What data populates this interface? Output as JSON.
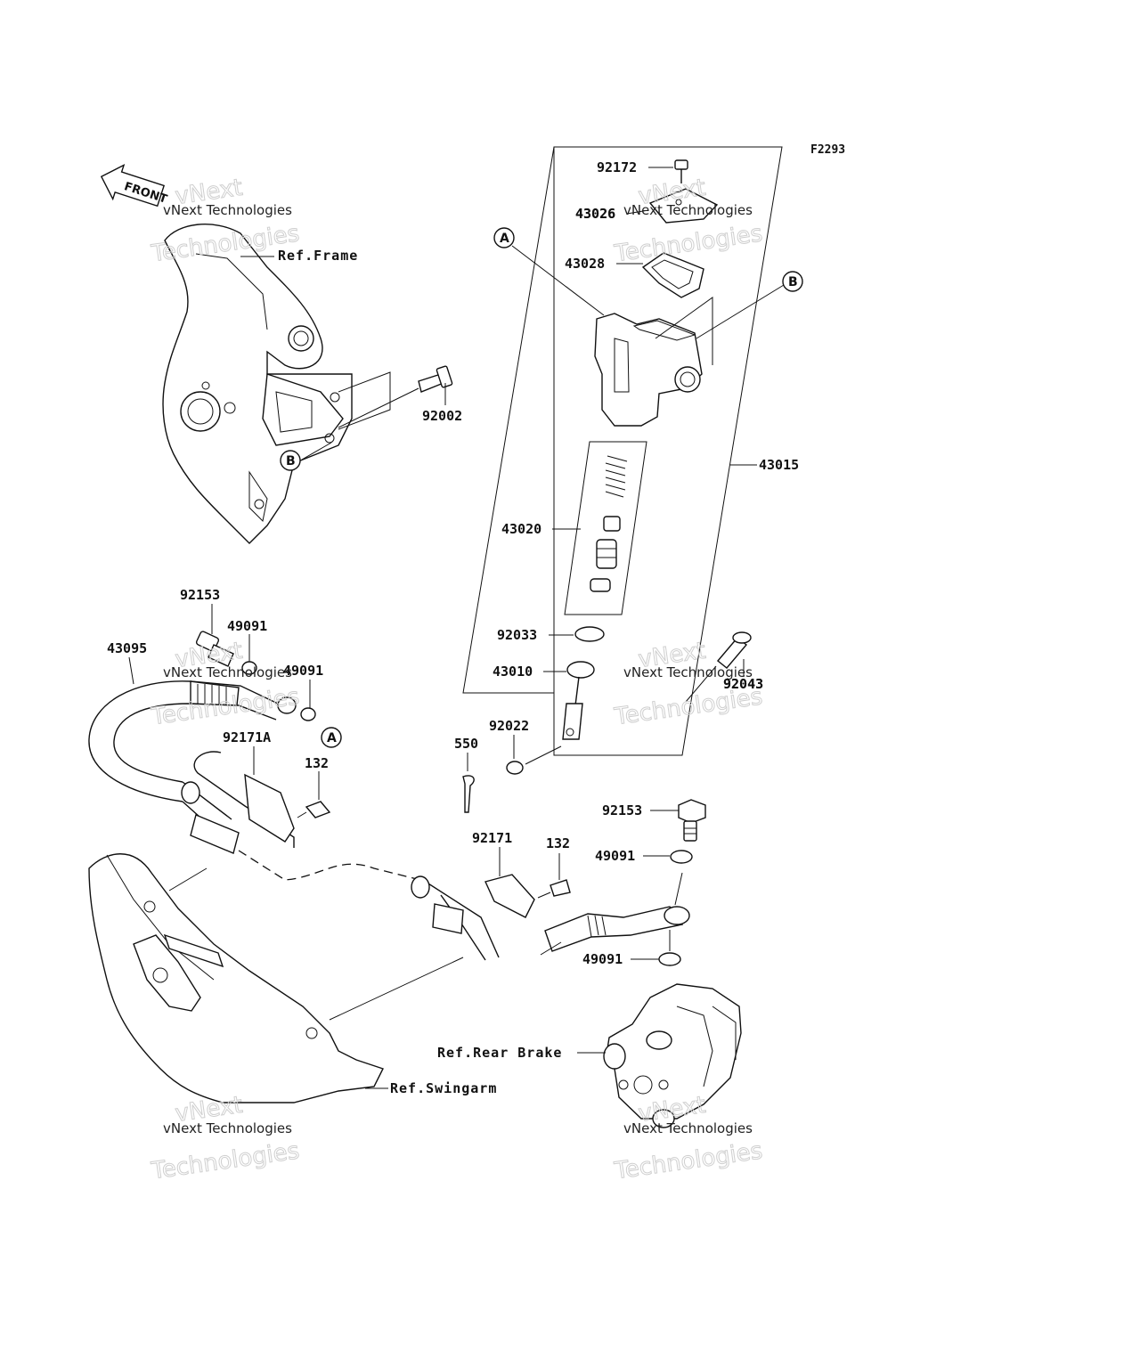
{
  "figure_code": "F2293",
  "front_label": "FRONT",
  "refs": {
    "frame": "Ref.Frame",
    "swingarm": "Ref.Swingarm",
    "rear_brake": "Ref.Rear Brake"
  },
  "callouts": {
    "a": "A",
    "b": "B"
  },
  "part_numbers": {
    "p92172": "92172",
    "p43026": "43026",
    "p43028": "43028",
    "p92002": "92002",
    "p43015": "43015",
    "p43020": "43020",
    "p92033": "92033",
    "p43010": "43010",
    "p92043": "92043",
    "p92022": "92022",
    "p550": "550",
    "p92153_top": "92153",
    "p49091_1": "49091",
    "p49091_2": "49091",
    "p43095": "43095",
    "p92171A": "92171A",
    "p132_left": "132",
    "p92171": "92171",
    "p132_right": "132",
    "p92153_right": "92153",
    "p49091_3": "49091",
    "p49091_4": "49091"
  },
  "watermark": {
    "line1": "vNext",
    "line2": "vNext Technologies",
    "line3": "Technologies"
  },
  "colors": {
    "ink": "#111111",
    "watermark_outline": "#cfcfcf"
  }
}
